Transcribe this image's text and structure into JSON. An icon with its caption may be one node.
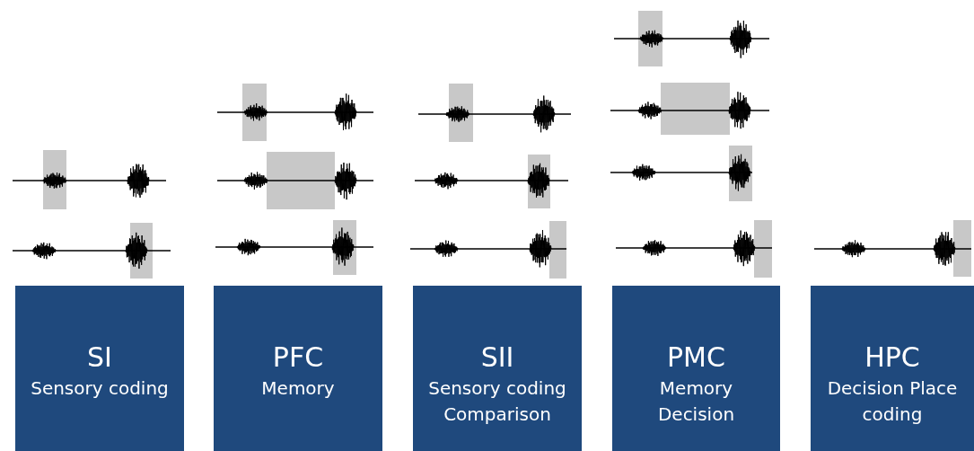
{
  "diagram": {
    "nodes": [
      {
        "text": [
          "SI",
          "Sensory coding"
        ]
      },
      {
        "text": [
          "PFC",
          "Memory"
        ]
      },
      {
        "text": [
          "SII",
          "Sensory coding Comparison"
        ]
      },
      {
        "text": [
          "PMC",
          "Memory Decision"
        ]
      },
      {
        "text": [
          "HPC",
          "Decision Place coding"
        ]
      }
    ],
    "edges": []
  }
}
